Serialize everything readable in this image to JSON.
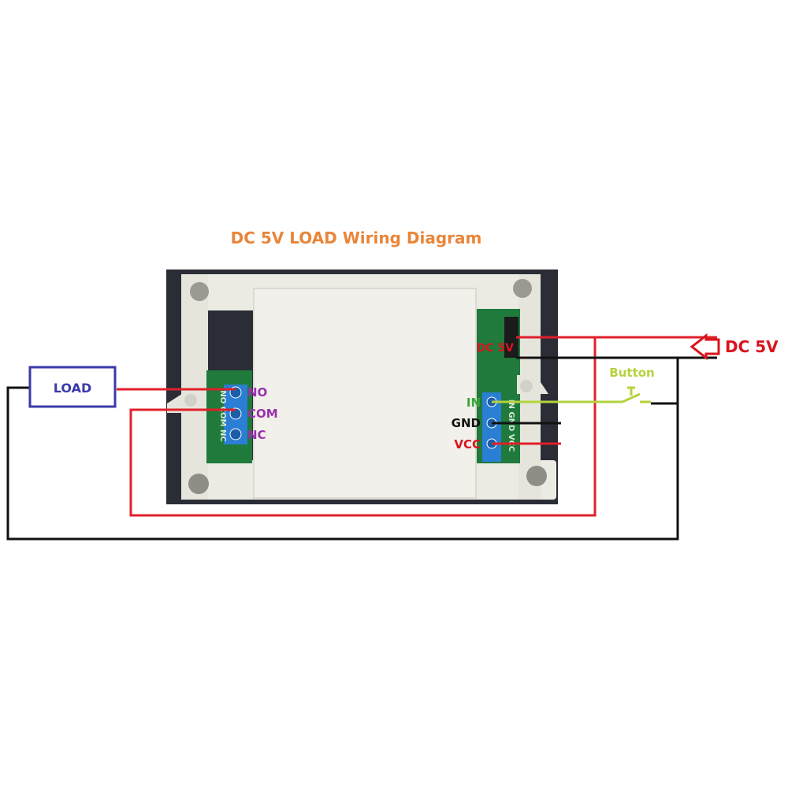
{
  "title": "DC 5V LOAD Wiring Diagram",
  "load_label": "LOAD",
  "button_label": "Button",
  "power_label": "DC 5V",
  "board_dc_label": "DC 5V",
  "relay_terminals": [
    "NO",
    "COM",
    "NC"
  ],
  "input_terminals": [
    "IN",
    "GND",
    "VCC"
  ],
  "pcb_left_markings": "NO COM NC",
  "pcb_right_markings": "IN GND VCC",
  "colors": {
    "title": "#e8863a",
    "load": "#3a3aa8",
    "relay_labels": "#9b2fae",
    "in": "#3aa63a",
    "gnd": "#111111",
    "vcc": "#d8141e",
    "button": "#b4d23c",
    "wire_red": "#e0202a",
    "wire_black": "#111111",
    "wire_green": "#b4d23c",
    "background_panel": "#2a2d36",
    "enclosure": "#ecebe3",
    "pcb": "#1f7a3c",
    "terminal": "#2a7fd4"
  }
}
